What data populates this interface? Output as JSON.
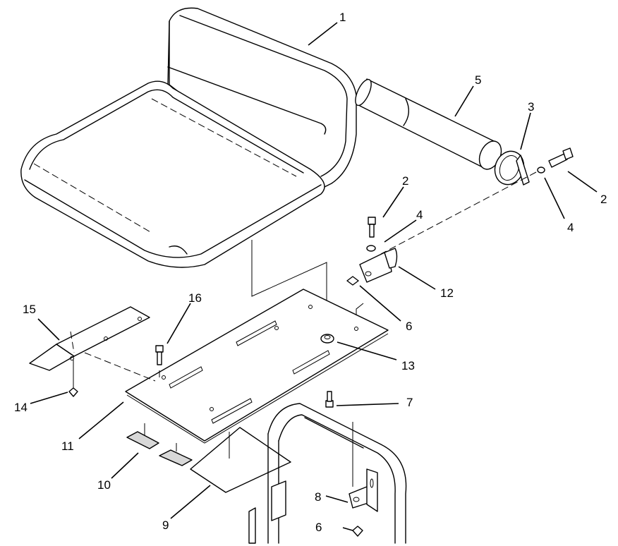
{
  "callouts": [
    {
      "id": "c1",
      "label": "1"
    },
    {
      "id": "c2a",
      "label": "2"
    },
    {
      "id": "c2b",
      "label": "2"
    },
    {
      "id": "c3",
      "label": "3"
    },
    {
      "id": "c4a",
      "label": "4"
    },
    {
      "id": "c4b",
      "label": "4"
    },
    {
      "id": "c5",
      "label": "5"
    },
    {
      "id": "c6a",
      "label": "6"
    },
    {
      "id": "c6b",
      "label": "6"
    },
    {
      "id": "c7",
      "label": "7"
    },
    {
      "id": "c8",
      "label": "8"
    },
    {
      "id": "c9",
      "label": "9"
    },
    {
      "id": "c10",
      "label": "10"
    },
    {
      "id": "c11",
      "label": "11"
    },
    {
      "id": "c12",
      "label": "12"
    },
    {
      "id": "c13",
      "label": "13"
    },
    {
      "id": "c14",
      "label": "14"
    },
    {
      "id": "c15",
      "label": "15"
    },
    {
      "id": "c16",
      "label": "16"
    }
  ]
}
